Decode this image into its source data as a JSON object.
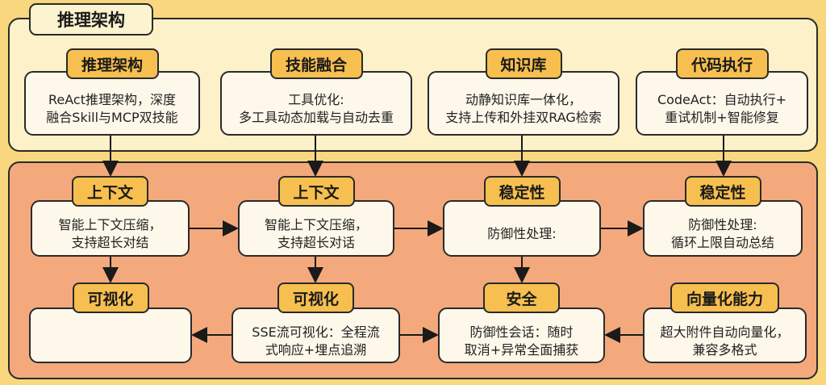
{
  "title": "推理架构",
  "top": [
    {
      "label": "推理架构",
      "text": "ReAct推理架构，深度\n融合Skill与MCP双技能"
    },
    {
      "label": "技能融合",
      "text": "工具优化:\n多工具动态加载与自动去重"
    },
    {
      "label": "知识库",
      "text": "动静知识库一体化，\n支持上传和外挂双RAG检索"
    },
    {
      "label": "代码执行",
      "text": "CodeAct：自动执行+\n重试机制+智能修复"
    }
  ],
  "middle": [
    {
      "label": "上下文",
      "text": "智能上下文压缩，\n支持超长对结"
    },
    {
      "label": "上下文",
      "text": "智能上下文压缩，\n支持超长对话"
    },
    {
      "label": "稳定性",
      "text": "防御性处理:"
    },
    {
      "label": "稳定性",
      "text": "防御性处理:\n循环上限自动总结"
    }
  ],
  "bottomrow": [
    {
      "label": "可视化",
      "text": ""
    },
    {
      "label": "可视化",
      "text": "SSE流可视化：全程流\n式响应+埋点追溯"
    },
    {
      "label": "安全",
      "text": "防御性会话：随时\n取消+异常全面捕获"
    },
    {
      "label": "向量化能力",
      "text": "超大附件自动向量化，\n兼容多格式"
    }
  ]
}
